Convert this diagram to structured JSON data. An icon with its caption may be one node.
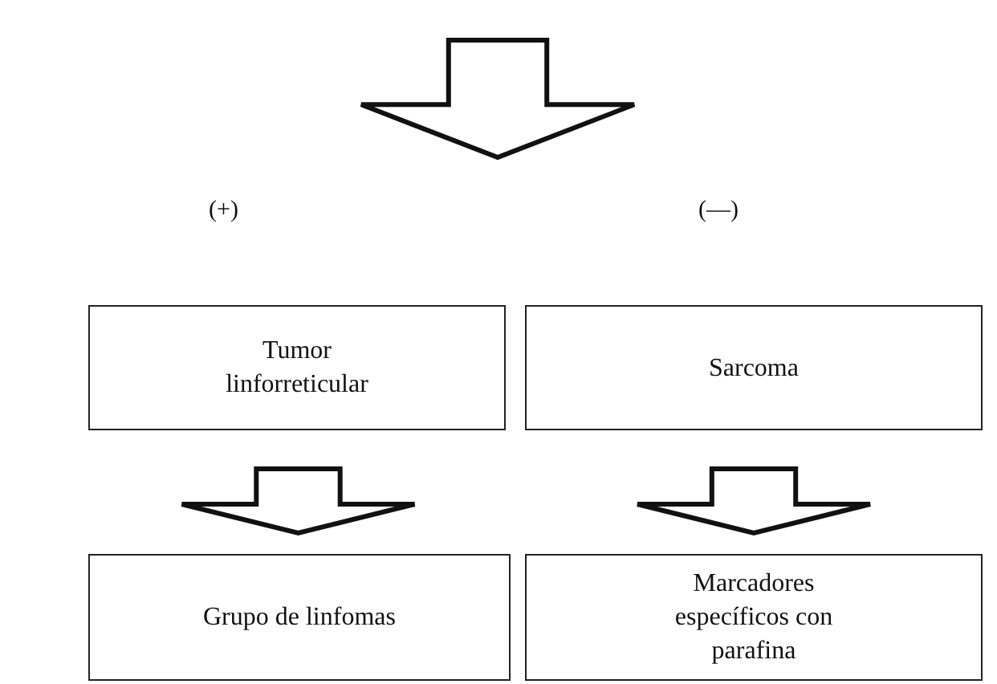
{
  "diagram": {
    "nodes": [
      {
        "text": [
          "Tumor linforreticular"
        ]
      },
      {
        "text": [
          "Sarcoma"
        ]
      },
      {
        "text": [
          "Grupo de linfomas"
        ]
      },
      {
        "text": [
          "Marcadores específicos con parafina"
        ]
      }
    ],
    "edges": [
      {
        "from": 0,
        "to": 2,
        "arrow": "to"
      },
      {
        "from": 1,
        "to": 3,
        "arrow": "to"
      }
    ],
    "labels": [
      "(+)",
      "(—)"
    ]
  }
}
